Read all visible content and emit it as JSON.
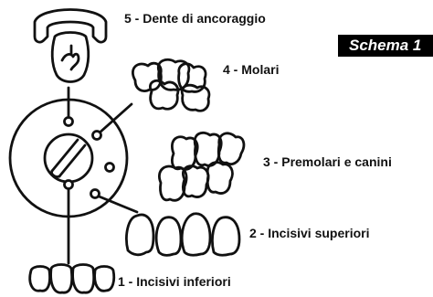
{
  "scheme_label": "Schema 1",
  "items": [
    {
      "number": "5",
      "label": "5 - Dente di ancoraggio"
    },
    {
      "number": "4",
      "label": "4 - Molari"
    },
    {
      "number": "3",
      "label": "3 - Premolari e canini"
    },
    {
      "number": "2",
      "label": "2 - Incisivi superiori"
    },
    {
      "number": "1",
      "label": "1 - Incisivi inferiori"
    }
  ]
}
